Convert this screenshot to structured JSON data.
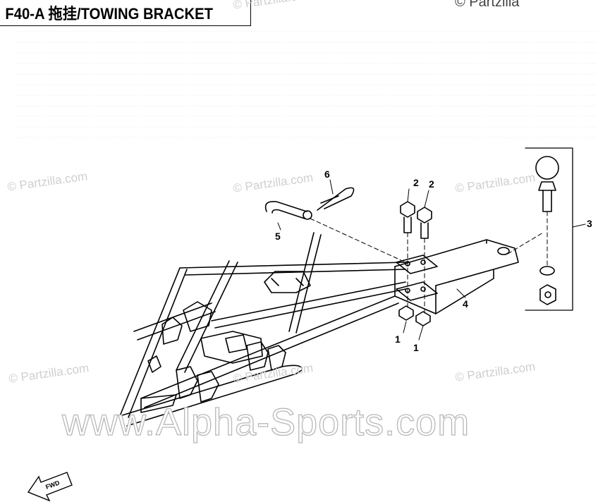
{
  "header": {
    "title": "F40-A 拖挂/TOWING BRACKET"
  },
  "watermarks": {
    "corner": "© Partzilla",
    "items": [
      "© Partzilla.com",
      "© Partzilla.com",
      "© Partzilla.com",
      "© Partzilla.com",
      "© Partzilla.com",
      "© Partzilla.com",
      "© Partzilla.com"
    ],
    "site": "www.Alpha-Sports.com"
  },
  "callouts": [
    "1",
    "1",
    "2",
    "2",
    "3",
    "4",
    "5",
    "6"
  ],
  "direction_label": "FWD",
  "colors": {
    "line": "#000000",
    "watermark": "#cfcfcf",
    "background": "#ffffff"
  }
}
